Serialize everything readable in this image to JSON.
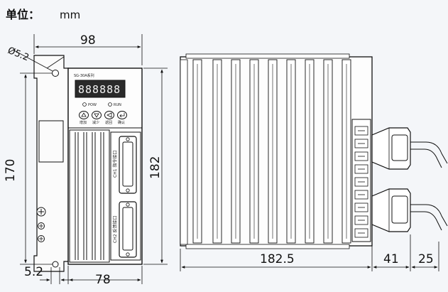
{
  "unit": {
    "label": "单位：",
    "value": "mm"
  },
  "front_view": {
    "model_label": "SG-30A系列",
    "display_digits": "888888",
    "leds": [
      "POW",
      "RUN"
    ],
    "buttons": [
      "增加",
      "减少",
      "返回",
      "确认"
    ],
    "connectors": [
      "CH1 指令接口",
      "CH2 反馈接口"
    ]
  },
  "dimensions": {
    "width_top": "98",
    "hole_dia": "Ø5.2",
    "height_left": "170",
    "height_right": "182",
    "hole_offset": "5.2",
    "width_bottom": "78",
    "side_depth": "182.5",
    "conn_depth": "41",
    "cable_depth": "25"
  }
}
